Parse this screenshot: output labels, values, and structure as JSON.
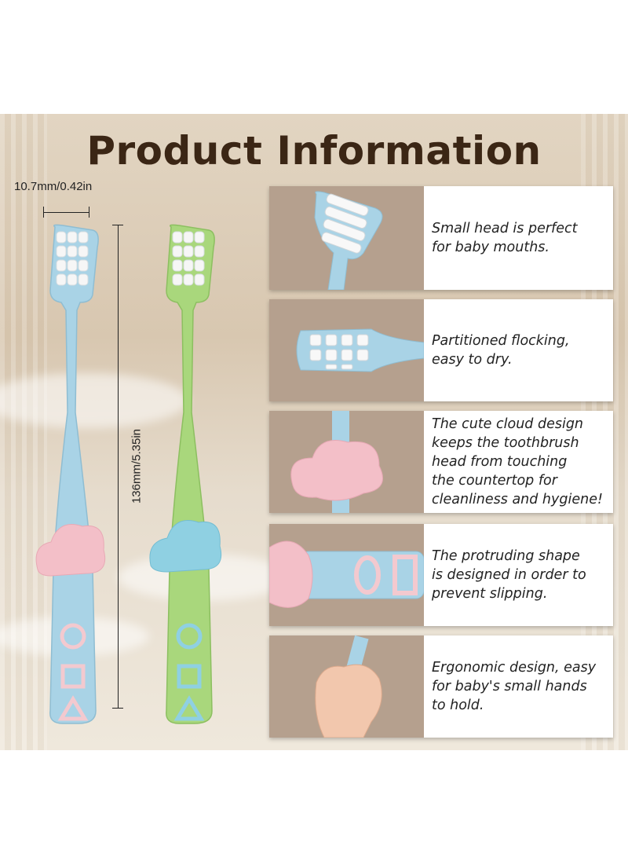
{
  "title": "Product Information",
  "dimensions": {
    "head_width": "10.7mm/0.42in",
    "length": "136mm/5.35in"
  },
  "features": [
    {
      "text": "Small head is perfect\nfor baby mouths.",
      "photo": "toothbrush-head-side"
    },
    {
      "text": "Partitioned flocking,\neasy to dry.",
      "photo": "bristle-grid-top"
    },
    {
      "text": "The cute cloud design\nkeeps the toothbrush\nhead from touching\nthe countertop for\ncleanliness and hygiene!",
      "photo": "pink-cloud-stand"
    },
    {
      "text": "The protruding shape\nis designed in order to\nprevent slipping.",
      "photo": "handle-shapes"
    },
    {
      "text": "Ergonomic design, easy\nfor baby's small hands\nto hold.",
      "photo": "hand-holding-brush"
    }
  ],
  "colors": {
    "blue_brush": "#a9d3e6",
    "green_brush": "#a9d77c",
    "pink_cloud": "#f3bfc8",
    "blue_cloud": "#8fd0e2",
    "photo_bg": "#b5a08e",
    "title": "#3b2615"
  }
}
